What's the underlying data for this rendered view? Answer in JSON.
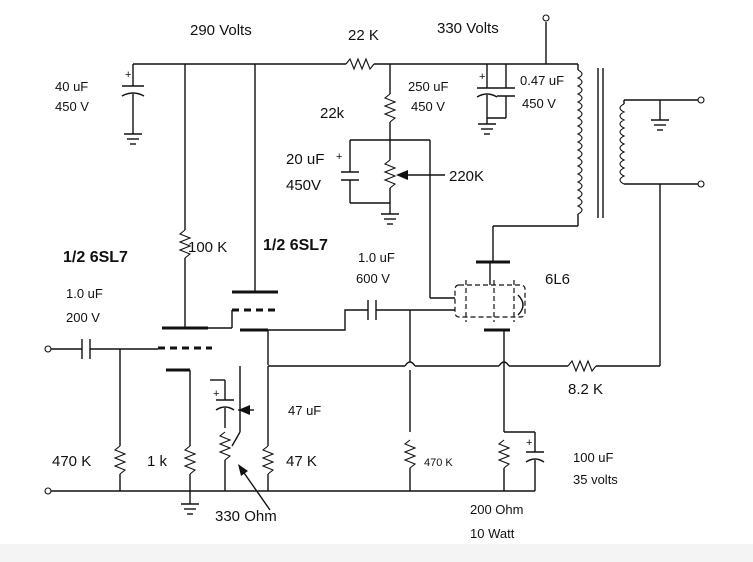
{
  "supply": {
    "v290": "290 Volts",
    "v330": "330 Volts"
  },
  "components": {
    "r_22k_series": "22 K",
    "c_40uf": [
      "40 uF",
      "450 V"
    ],
    "c_250uf": [
      "250 uF",
      "450 V"
    ],
    "c_047uf": [
      "0.47 uF",
      "450 V"
    ],
    "r_22k_shunt": "22k",
    "c_20uf": [
      "20 uF",
      "450V"
    ],
    "pot_220k": "220K",
    "r_100k": "100 K",
    "tube_6sl7_a": "1/2 6SL7",
    "tube_6sl7_b": "1/2 6SL7",
    "c_input": [
      "1.0 uF",
      "200 V"
    ],
    "c_coupling": [
      "1.0 uF",
      "600 V"
    ],
    "tube_6l6": "6L6",
    "r_8_2k": "8.2 K",
    "c_47uf": "47 uF",
    "r_470k_in": "470 K",
    "r_1k": "1 k",
    "r_47k": "47 K",
    "r_470k_grid": "470 K",
    "c_100uf": [
      "100 uF",
      "35 volts"
    ],
    "pot_330": "330 Ohm",
    "r_200": [
      "200 Ohm",
      "10 Watt"
    ],
    "plus_sign": "+"
  }
}
